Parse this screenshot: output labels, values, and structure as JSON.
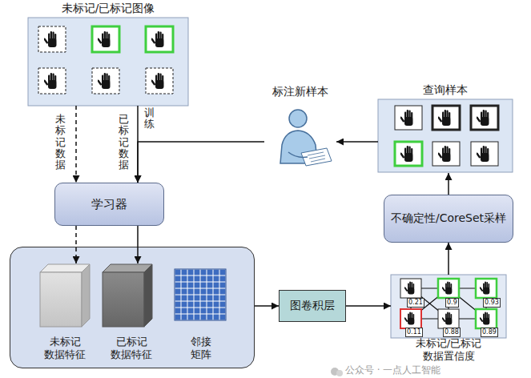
{
  "diagram": {
    "nodes": [
      {
        "text": [
          "未标记/已标记图像"
        ]
      },
      {
        "text": [
          "标注新样本"
        ]
      },
      {
        "text": [
          "查询样本"
        ]
      },
      {
        "text": [
          "学习器"
        ]
      },
      {
        "text": [
          "不确定性/CoreSet采样"
        ]
      },
      {
        "text": []
      },
      {
        "text": [
          "未标记 数据特征"
        ],
        "in": 5
      },
      {
        "text": [
          "已标记 数据特征"
        ],
        "in": 5
      },
      {
        "text": [
          "邻接 矩阵"
        ],
        "in": 5
      },
      {
        "text": [
          "图卷积层"
        ]
      },
      {
        "text": [
          "未标记/已标记 数据置信度"
        ]
      }
    ],
    "edges": [
      {
        "from": 0,
        "to": 3,
        "arrow": "to",
        "label": "未标记数据"
      },
      {
        "from": 0,
        "to": 3,
        "arrow": "to",
        "label": "已标记数据"
      },
      {
        "from": 3,
        "to": 6,
        "arrow": "to"
      },
      {
        "from": 3,
        "to": 7,
        "arrow": "to"
      },
      {
        "from": 5,
        "to": 9,
        "arrow": "to"
      },
      {
        "from": 9,
        "to": 10,
        "arrow": "to"
      },
      {
        "from": 10,
        "to": 4,
        "arrow": "to"
      },
      {
        "from": 4,
        "to": 2,
        "arrow": "to"
      },
      {
        "from": 2,
        "to": 1,
        "arrow": "to"
      },
      {
        "from": 1,
        "to": 3,
        "arrow": "to",
        "label": "训练"
      }
    ],
    "labels": [
      "0.21",
      "0.9",
      "0.93",
      "0.11",
      "0.88",
      "0.89",
      "公众号 · 一点人工智能"
    ]
  }
}
